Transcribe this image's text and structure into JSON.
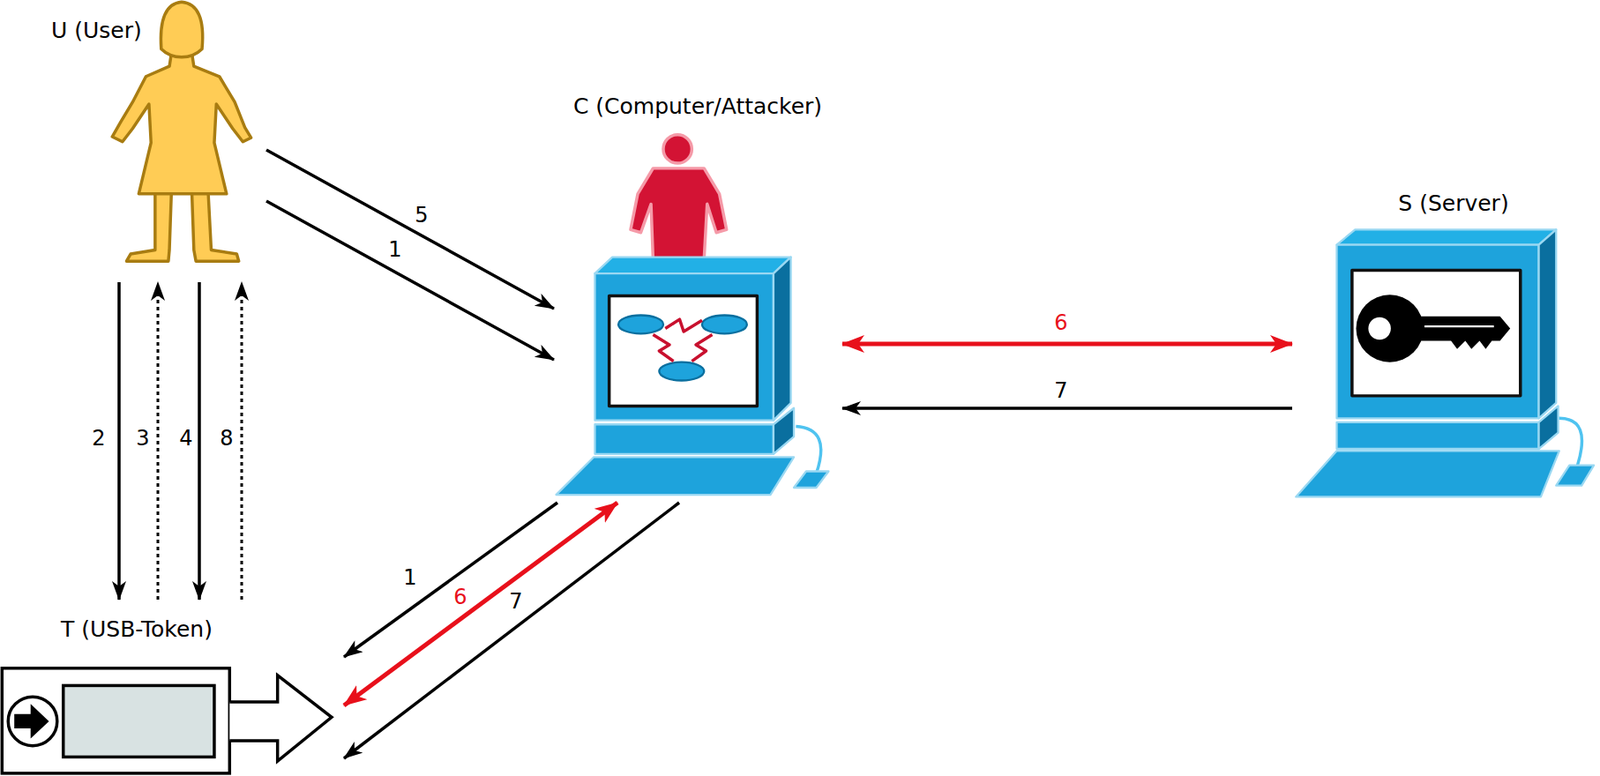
{
  "diagram": {
    "nodes": [
      {
        "text": [
          "U (User)"
        ]
      },
      {
        "text": [
          "C (Computer/Attacker)"
        ]
      },
      {
        "text": [
          "S (Server)"
        ]
      },
      {
        "text": [
          "T (USB-Token)"
        ]
      }
    ],
    "edges": [
      {
        "from": 0,
        "to": 1,
        "arrow": "to",
        "label": "5"
      },
      {
        "from": 0,
        "to": 1,
        "arrow": "to",
        "label": "1"
      },
      {
        "from": 0,
        "to": 3,
        "arrow": "to",
        "label": "2"
      },
      {
        "from": 3,
        "to": 0,
        "arrow": "to",
        "label": "3"
      },
      {
        "from": 0,
        "to": 3,
        "arrow": "to",
        "label": "4"
      },
      {
        "from": 3,
        "to": 0,
        "arrow": "to",
        "label": "8"
      },
      {
        "from": 1,
        "to": 2,
        "arrow": "both",
        "label": "6"
      },
      {
        "from": 2,
        "to": 1,
        "arrow": "to",
        "label": "7"
      },
      {
        "from": 1,
        "to": 3,
        "arrow": "to",
        "label": "1"
      },
      {
        "from": 1,
        "to": 3,
        "arrow": "both",
        "label": "6"
      },
      {
        "from": 1,
        "to": 3,
        "arrow": "to",
        "label": "7"
      }
    ]
  }
}
